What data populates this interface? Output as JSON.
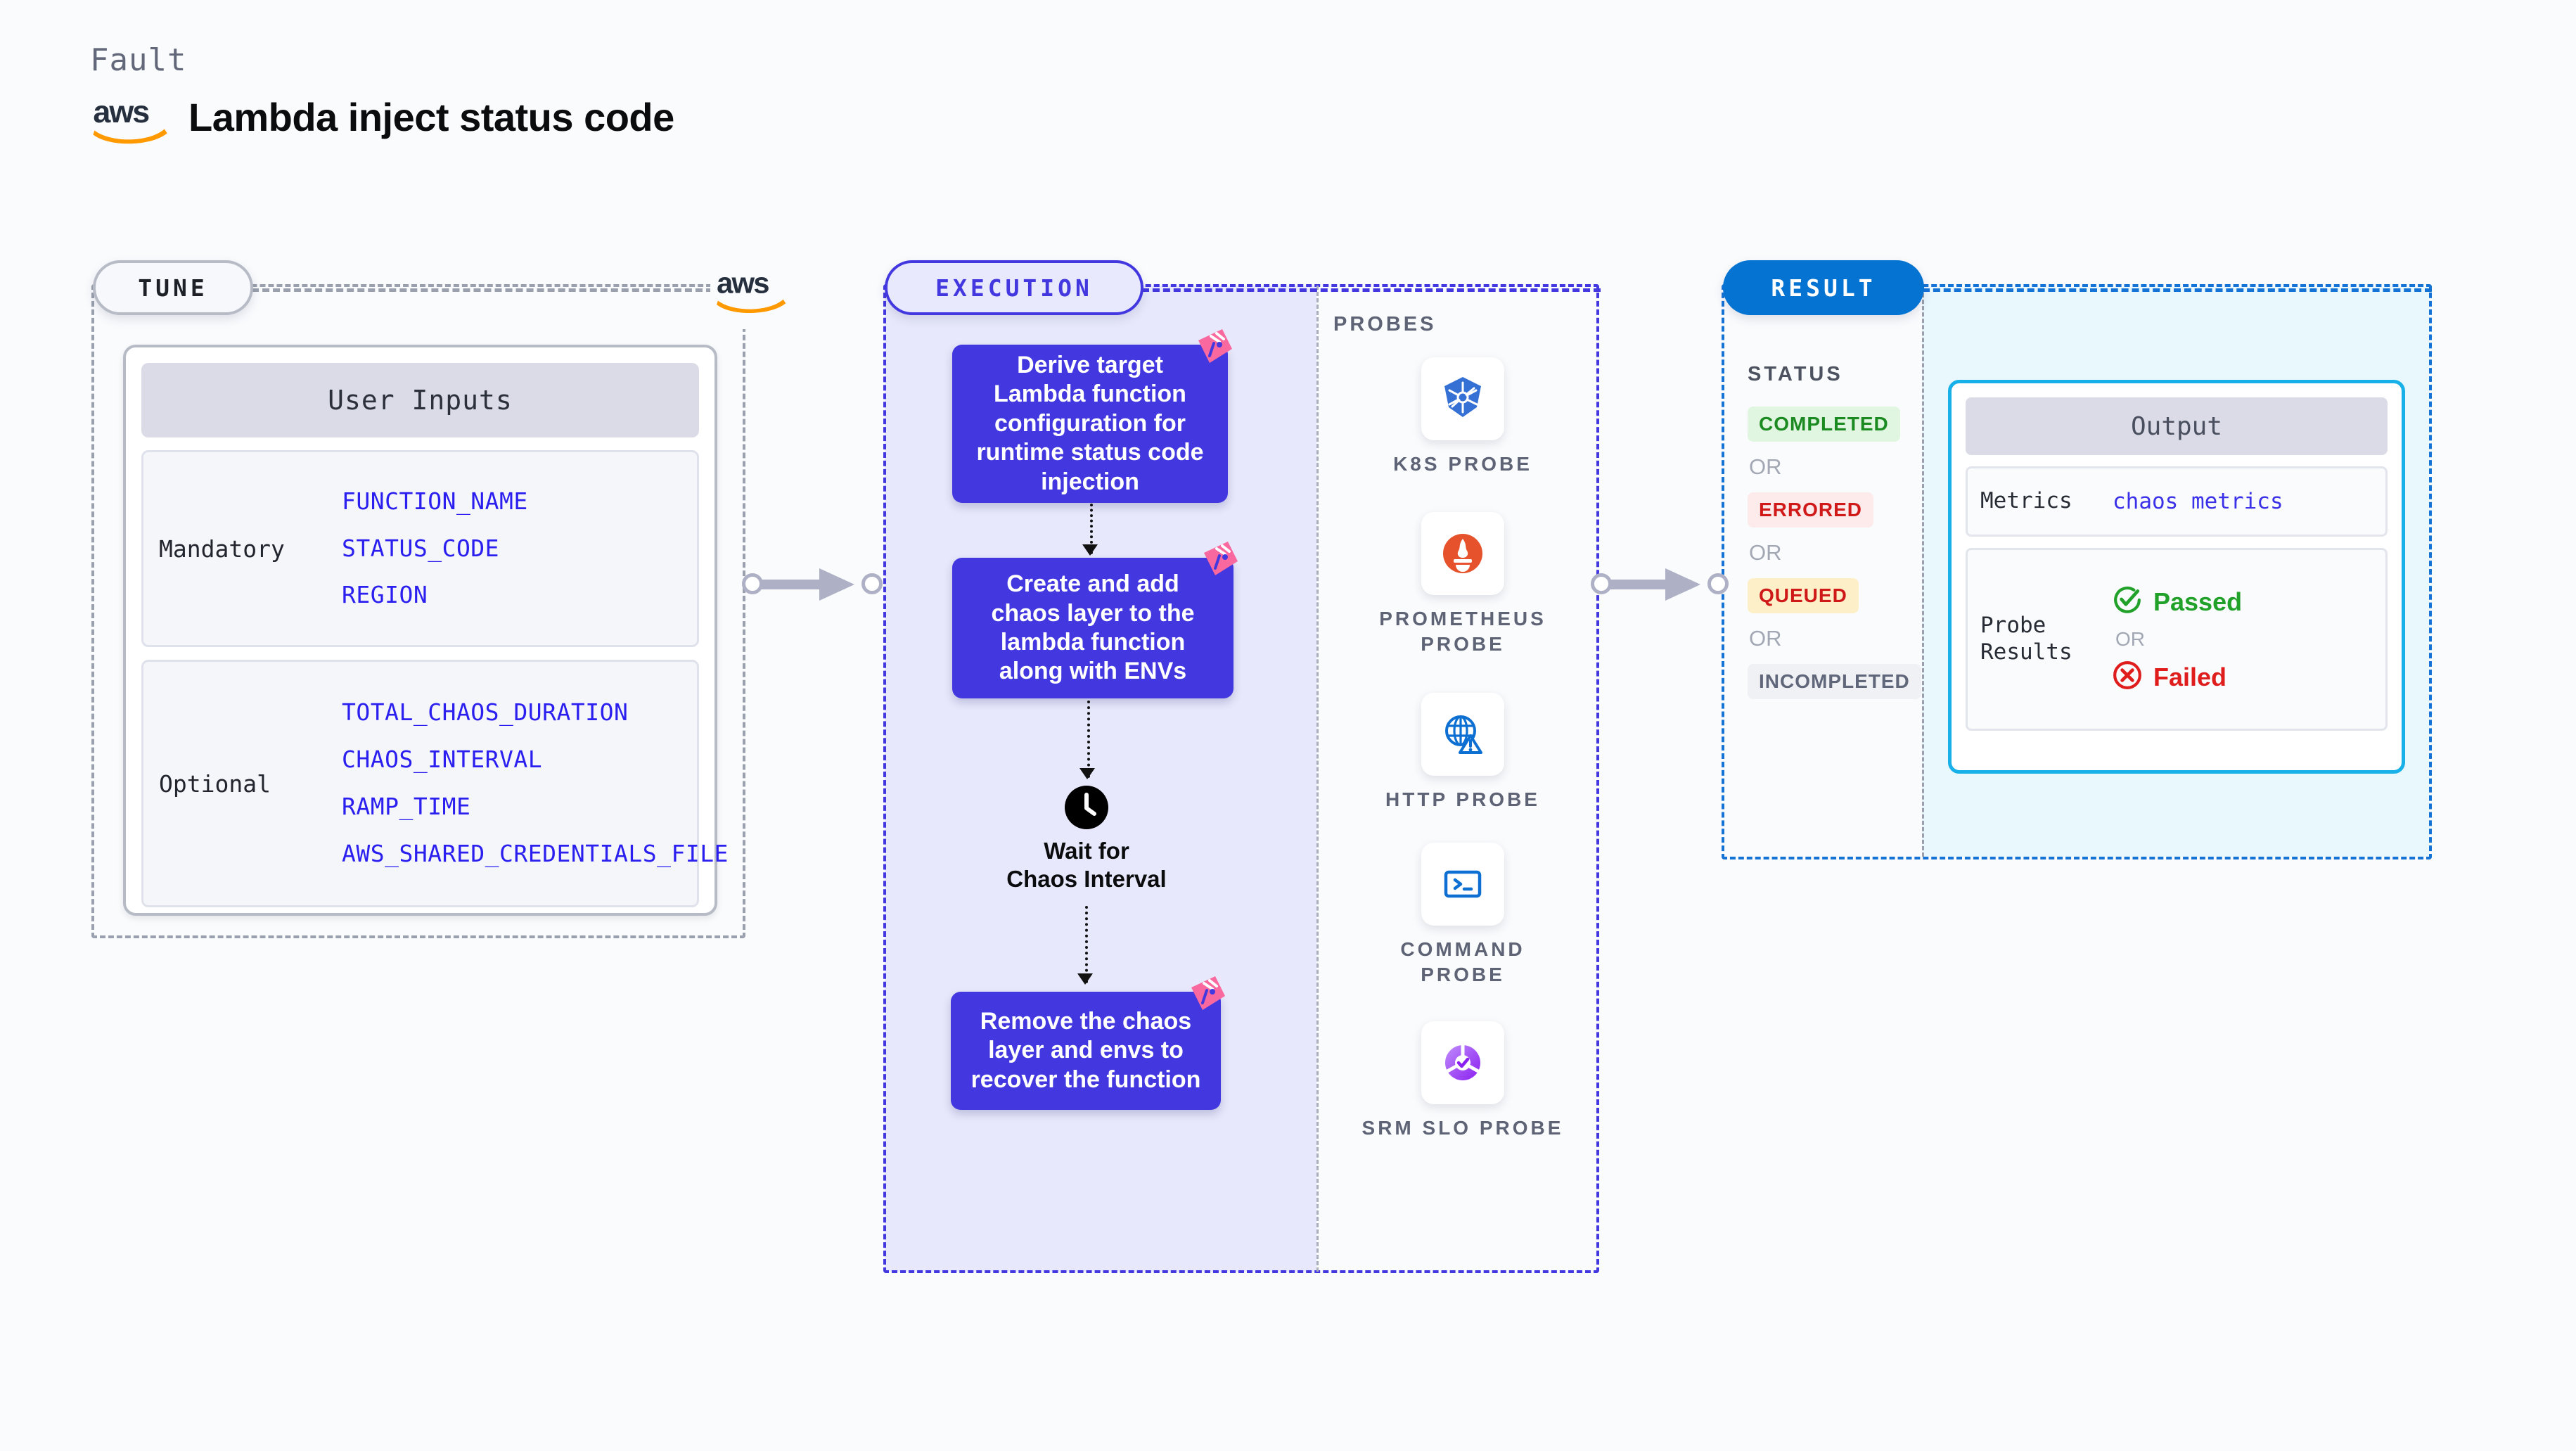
{
  "header": {
    "kicker": "Fault",
    "title": "Lambda inject status code",
    "logo": "aws-logo"
  },
  "tune": {
    "pill_label": "TUNE",
    "card_title": "User Inputs",
    "groups": [
      {
        "label": "Mandatory",
        "values": [
          "FUNCTION_NAME",
          "STATUS_CODE",
          "REGION"
        ]
      },
      {
        "label": "Optional",
        "values": [
          "TOTAL_CHAOS_DURATION",
          "CHAOS_INTERVAL",
          "RAMP_TIME",
          "AWS_SHARED_CREDENTIALS_FILE"
        ]
      }
    ]
  },
  "execution": {
    "pill_label": "EXECUTION",
    "steps": [
      "Derive target Lambda function configuration for runtime status code injection",
      "Create and add chaos layer to the lambda function along with ENVs",
      "Remove the chaos layer and envs to recover the function"
    ],
    "wait_node": {
      "icon": "clock-icon",
      "label": "Wait for Chaos Interval"
    }
  },
  "probes": {
    "title": "PROBES",
    "items": [
      {
        "label": "K8S PROBE",
        "icon": "kubernetes-icon"
      },
      {
        "label": "PROMETHEUS PROBE",
        "icon": "prometheus-icon"
      },
      {
        "label": "HTTP PROBE",
        "icon": "http-globe-warning-icon"
      },
      {
        "label": "COMMAND PROBE",
        "icon": "terminal-icon"
      },
      {
        "label": "SRM SLO PROBE",
        "icon": "srm-slo-icon"
      }
    ]
  },
  "result": {
    "pill_label": "RESULT",
    "status_title": "STATUS",
    "or_label": "OR",
    "statuses": [
      {
        "label": "COMPLETED",
        "class": "b-completed"
      },
      {
        "label": "ERRORED",
        "class": "b-errored"
      },
      {
        "label": "QUEUED",
        "class": "b-queued"
      },
      {
        "label": "INCOMPLETED",
        "class": "b-incompleted"
      }
    ],
    "output": {
      "title": "Output",
      "metrics_key": "Metrics",
      "metrics_value": "chaos metrics",
      "probe_results_key": "Probe Results",
      "passed_label": "Passed",
      "failed_label": "Failed",
      "or_label": "OR"
    }
  },
  "colors": {
    "accent_purple": "#4338e0",
    "accent_blue": "#0573d1",
    "accent_cyan": "#17b0e8",
    "badge_pink": "#f9699f",
    "aws_orange": "#ff9900",
    "grey_border": "#9aa0ad"
  }
}
